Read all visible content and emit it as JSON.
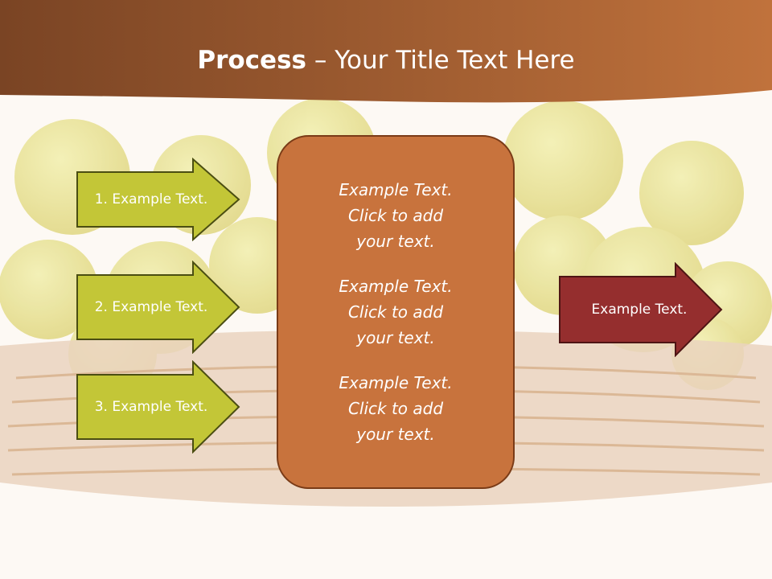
{
  "slide": {
    "title_bold": "Process",
    "title_rest": " – Your Title Text Here"
  },
  "left_arrows": [
    {
      "label": "1. Example Text."
    },
    {
      "label": "2. Example Text."
    },
    {
      "label": "3. Example Text."
    }
  ],
  "center_box": {
    "blocks": [
      {
        "lines": [
          "Example Text.",
          "Click  to add",
          "your text."
        ]
      },
      {
        "lines": [
          "Example Text.",
          "Click  to add",
          "your text."
        ]
      },
      {
        "lines": [
          "Example Text.",
          "Click  to add",
          "your text."
        ]
      }
    ]
  },
  "right_arrow": {
    "label": "Example Text."
  },
  "colors": {
    "header_dark": "#7a4424",
    "header_light": "#c0723c",
    "left_arrow_fill": "#c3c637",
    "left_arrow_stroke": "#4b4e12",
    "center_fill": "#c8733d",
    "center_stroke": "#7a3b17",
    "right_arrow_fill": "#952e2e",
    "right_arrow_stroke": "#4e1414"
  }
}
